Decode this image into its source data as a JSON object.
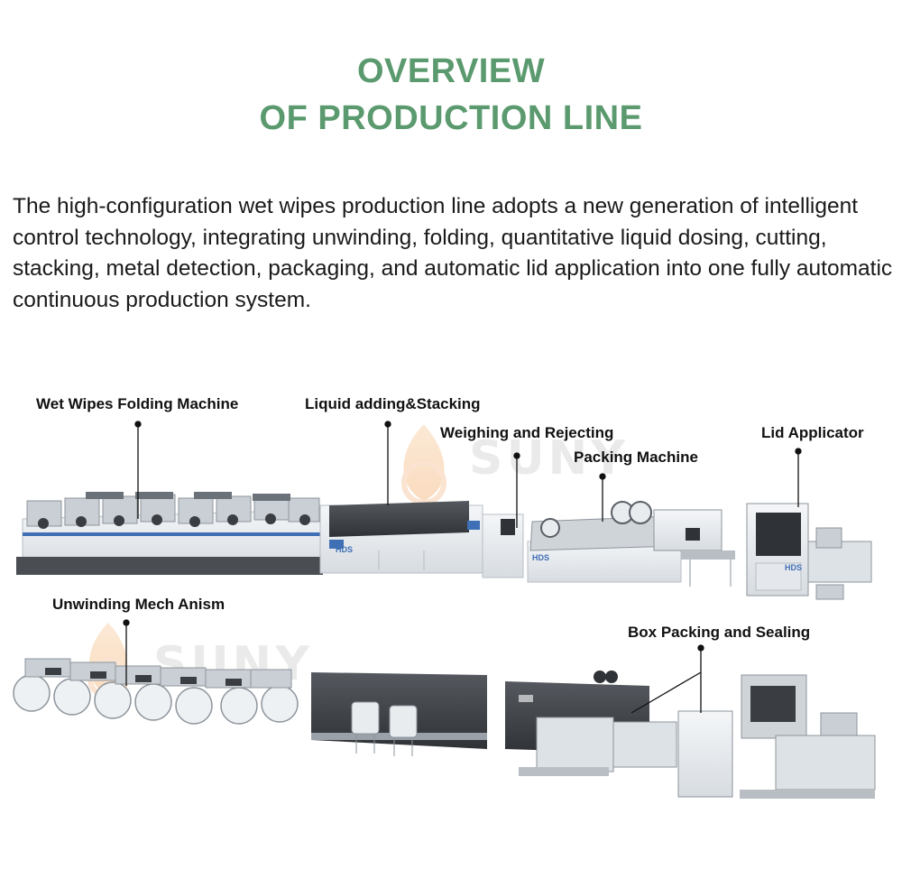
{
  "header": {
    "title_line1": "OVERVIEW",
    "title_line2": "OF PRODUCTION LINE"
  },
  "description": "The high-configuration wet wipes production line adopts a new generation of intelligent control technology, integrating unwinding, folding, quantitative liquid dosing, cutting, stacking, metal detection, packaging, and automatic lid application into one fully automatic continuous production system.",
  "watermark": "SUNY",
  "machine_badge": "HDS",
  "labels": {
    "folding": "Wet Wipes Folding Machine",
    "liquid": "Liquid adding&Stacking",
    "weighing": "Weighing and Rejecting",
    "packing": "Packing Machine",
    "lid": "Lid Applicator",
    "unwinding": "Unwinding Mech Anism",
    "box": "Box Packing and Sealing"
  },
  "colors": {
    "title": "#5a9a6e",
    "machine_body": "#e8ecef",
    "machine_dark": "#3a3d42",
    "accent_blue": "#3f6fb5"
  }
}
